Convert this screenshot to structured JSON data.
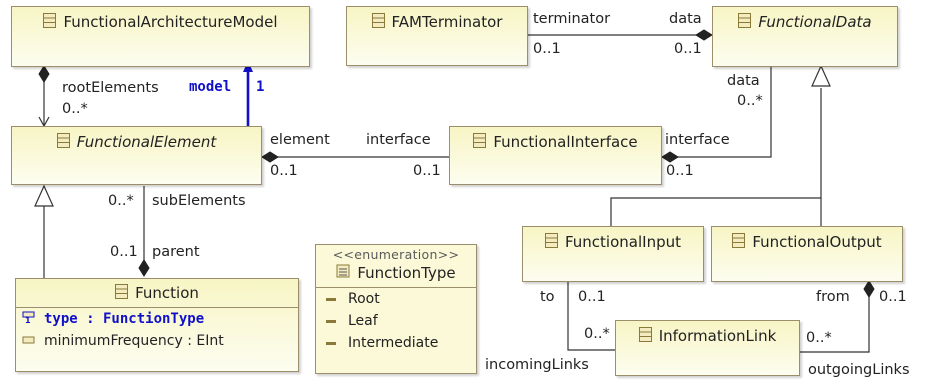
{
  "classes": {
    "fam": {
      "name": "FunctionalArchitectureModel"
    },
    "famTerminator": {
      "name": "FAMTerminator"
    },
    "functionalData": {
      "name": "FunctionalData"
    },
    "functionalElement": {
      "name": "FunctionalElement"
    },
    "functionalInterface": {
      "name": "FunctionalInterface"
    },
    "functionalInput": {
      "name": "FunctionalInput"
    },
    "functionalOutput": {
      "name": "FunctionalOutput"
    },
    "informationLink": {
      "name": "InformationLink"
    },
    "function": {
      "name": "Function",
      "attributes": [
        {
          "text": "type : FunctionType",
          "bold": true
        },
        {
          "text": "minimumFrequency : EInt",
          "bold": false
        }
      ]
    },
    "functionType": {
      "stereotype": "<<enumeration>>",
      "name": "FunctionType",
      "literals": [
        "Root",
        "Leaf",
        "Intermediate"
      ]
    }
  },
  "labels": {
    "rootElements": "rootElements",
    "rootElementsMult": "0..*",
    "model": "model",
    "modelMult": "1",
    "terminator": "terminator",
    "terminatorMult": "0..1",
    "dataTop": "data",
    "dataTopMult": "0..1",
    "dataSide": "data",
    "dataSideMult": "0..*",
    "element": "element",
    "elementMult": "0..1",
    "interfaceLeft": "interface",
    "interfaceLeftMult": "0..1",
    "interfaceRight": "interface",
    "interfaceRightMult": "0..1",
    "subElementsMult": "0..*",
    "subElements": "subElements",
    "parentMult": "0..1",
    "parent": "parent",
    "to": "to",
    "toMult": "0..1",
    "incomingMult": "0..*",
    "incomingLinks": "incomingLinks",
    "from": "from",
    "fromMult": "0..1",
    "outgoingMult": "0..*",
    "outgoingLinks": "outgoingLinks"
  },
  "colors": {
    "classFill": "#fbf9d8",
    "classBorder": "#9a8f6a",
    "highlight": "#1010c8",
    "line": "#333333"
  }
}
